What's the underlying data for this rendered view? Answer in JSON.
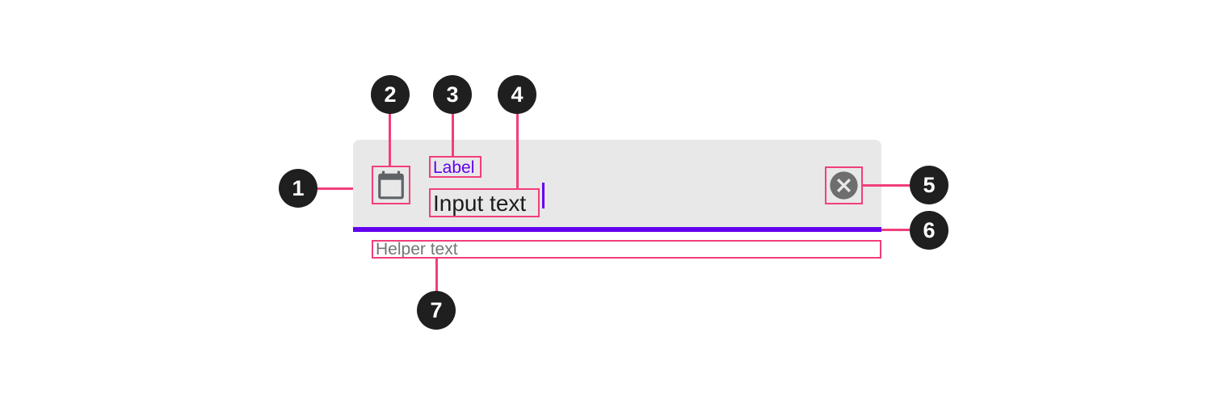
{
  "textfield": {
    "label": "Label",
    "input_value": "Input text",
    "helper_text": "Helper text",
    "leading_icon": "calendar-icon",
    "trailing_icon": "clear-icon",
    "colors": {
      "container": "#E8E8E8",
      "active_indicator": "#6200EE",
      "label": "#6200EE",
      "input_text": "#1D1D1D",
      "helper_text": "#757575",
      "leading_icon": "#5F6368",
      "clear_icon": "#6E6E6E"
    }
  },
  "annotations": {
    "line_color": "#F23E7C",
    "callout_background": "#1F1F1F",
    "callout_text_color": "#FFFFFF",
    "callouts": [
      {
        "number": "1",
        "refers_to": "container"
      },
      {
        "number": "2",
        "refers_to": "leading-icon"
      },
      {
        "number": "3",
        "refers_to": "label"
      },
      {
        "number": "4",
        "refers_to": "input-text"
      },
      {
        "number": "5",
        "refers_to": "trailing-icon"
      },
      {
        "number": "6",
        "refers_to": "activation-indicator"
      },
      {
        "number": "7",
        "refers_to": "helper-text"
      }
    ]
  }
}
